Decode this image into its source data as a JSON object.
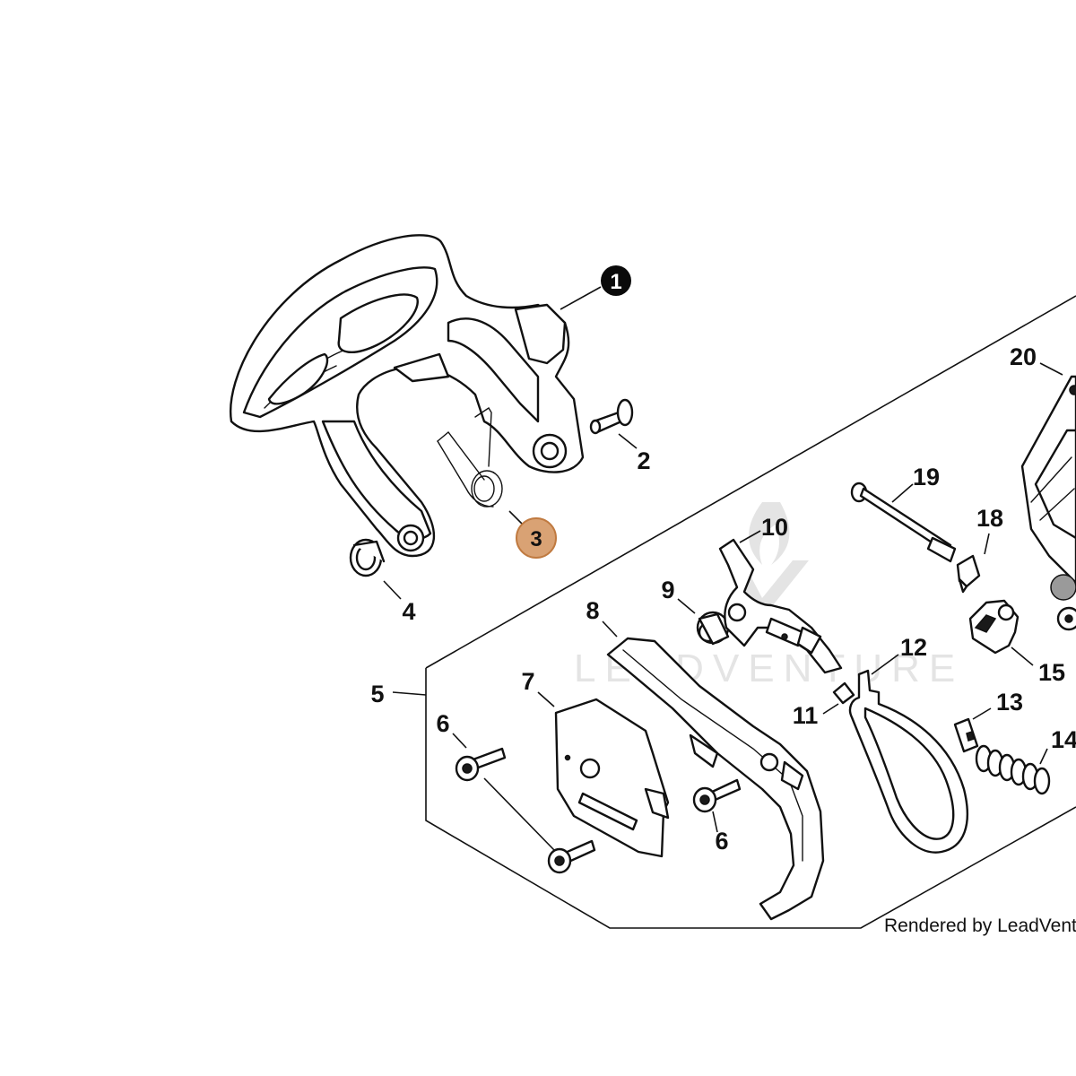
{
  "watermark_text": "LEADVENTURE",
  "footer_text": "Rendered by LeadVenture,",
  "highlight_color": "#d9a274",
  "callouts": [
    {
      "id": "1",
      "label": "1",
      "style": "filled-black"
    },
    {
      "id": "2",
      "label": "2"
    },
    {
      "id": "3",
      "label": "3",
      "style": "highlighted"
    },
    {
      "id": "4",
      "label": "4"
    },
    {
      "id": "5",
      "label": "5"
    },
    {
      "id": "6a",
      "label": "6"
    },
    {
      "id": "6b",
      "label": "6"
    },
    {
      "id": "7",
      "label": "7"
    },
    {
      "id": "8",
      "label": "8"
    },
    {
      "id": "9",
      "label": "9"
    },
    {
      "id": "10",
      "label": "10"
    },
    {
      "id": "11",
      "label": "11"
    },
    {
      "id": "12",
      "label": "12"
    },
    {
      "id": "13",
      "label": "13"
    },
    {
      "id": "14",
      "label": "14"
    },
    {
      "id": "15",
      "label": "15"
    },
    {
      "id": "18",
      "label": "18"
    },
    {
      "id": "19",
      "label": "19"
    },
    {
      "id": "20",
      "label": "20"
    }
  ]
}
